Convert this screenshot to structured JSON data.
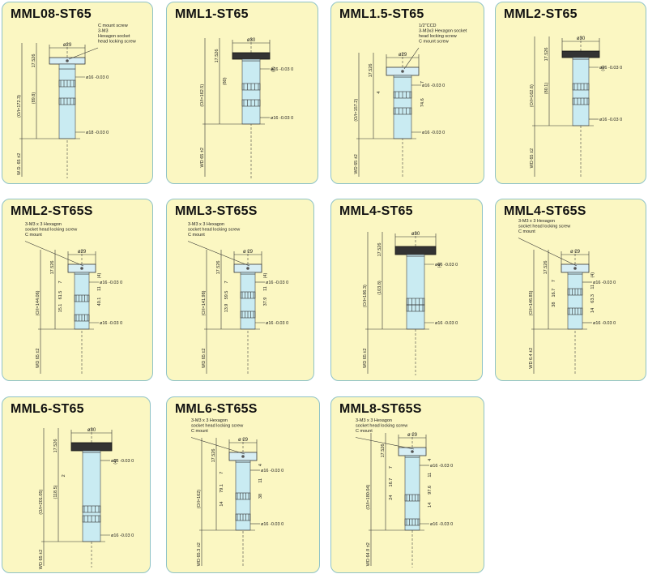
{
  "cards": [
    {
      "title": "MML08-ST65",
      "dark_flange": false,
      "labels": {
        "diameter_top": "ø29",
        "lead": "C mount screw\n3-M3\nHexagon socket\nhead locking screw",
        "dims": [
          "17.526",
          "(O/I=172.3)",
          "(89.8)",
          "W.D. 65 ±2"
        ],
        "diams": [
          "ø16 -0.03 0",
          "ø18 -0.03 0"
        ]
      }
    },
    {
      "title": "MML1-ST65",
      "dark_flange": true,
      "labels": {
        "diameter_top": "ø30",
        "lead": "",
        "dims": [
          "17.526",
          "(4)",
          "(80)",
          "(O/I=162.5)",
          "WD 65 ±2"
        ],
        "diams": [
          "ø16 -0.03 0",
          "ø16 -0.03 0"
        ]
      }
    },
    {
      "title": "MML1.5-ST65",
      "dark_flange": false,
      "labels": {
        "diameter_top": "ø29",
        "lead": "1/2\"CCD\n3-M3x3 Hexagon socket\nhead locking screw\nC mount screw",
        "dims": [
          "17.526",
          "7",
          "4",
          "74.6",
          "(O/I=157.2)",
          "WD 65 ±2"
        ],
        "diams": [
          "ø16 -0.03 0",
          "ø16 -0.03 0"
        ]
      }
    },
    {
      "title": "MML2-ST65",
      "dark_flange": true,
      "labels": {
        "diameter_top": "ø30",
        "lead": "",
        "dims": [
          "17.526",
          "(4)",
          "(80.1)",
          "(O/I=162.6)",
          "WD 65 ±2"
        ],
        "diams": [
          "ø16 -0.03 0",
          "ø16 -0.03 0"
        ]
      }
    },
    {
      "title": "MML2-ST65S",
      "dark_flange": false,
      "labels": {
        "diameter_top": "ø29",
        "lead": "3-M3 x 3 Hexagon\nsocket head locking screw\nC mount",
        "dims": [
          "17.526",
          "(4)",
          "7",
          "11",
          "61.5",
          "40.1",
          "15.1",
          "(O/I=144.06)",
          "WD 65 ±2"
        ],
        "diams": [
          "ø16 -0.03 0",
          "ø16 -0.03 0"
        ]
      }
    },
    {
      "title": "MML3-ST65S",
      "dark_flange": false,
      "labels": {
        "diameter_top": "ø 29",
        "lead": "3-M3 x 3 Hexagon\nsocket head locking screw\nC mount",
        "dims": [
          "17.526",
          "(4)",
          "7",
          "11",
          "59.5",
          "37.9",
          "13.9",
          "(O/I=141.98)",
          "WD 65 ±2"
        ],
        "diams": [
          "ø16 -0.03 0",
          "ø16 -0.03 0"
        ]
      }
    },
    {
      "title": "MML4-ST65",
      "dark_flange": true,
      "labels": {
        "diameter_top": "ø30",
        "lead": "",
        "dims": [
          "17.526",
          "(4)",
          "(103.8)",
          "(O/I=186.3)",
          "WD 65 ±2"
        ],
        "diams": [
          "ø16 -0.03 0",
          "ø16 -0.03 0"
        ]
      }
    },
    {
      "title": "MML4-ST65S",
      "dark_flange": false,
      "labels": {
        "diameter_top": "ø 29",
        "lead": "3-M3 x 3 Hexagon\nsocket head locking screw\nC mount",
        "dims": [
          "17.526",
          "(4)",
          "7",
          "11",
          "16.7",
          "63.3",
          "38",
          "14",
          "(O/I=146.85)",
          "WD 6.4 ±2"
        ],
        "diams": [
          "ø16 -0.03 0",
          "ø16 -0.03 0"
        ]
      }
    },
    {
      "title": "MML6-ST65",
      "dark_flange": true,
      "labels": {
        "diameter_top": "ø30",
        "lead": "",
        "dims": [
          "17.526",
          "(4)",
          "2",
          "(118.5)",
          "(O/I=201.05)",
          "WD 65 ±2"
        ],
        "diams": [
          "ø16 -0.03 0",
          "ø16 -0.03 0"
        ]
      }
    },
    {
      "title": "MML6-ST65S",
      "dark_flange": false,
      "labels": {
        "diameter_top": "ø 29",
        "lead": "3-M3 x 3 Hexagon\nsocket head locking screw\nC mount",
        "dims": [
          "17.526",
          "4",
          "7",
          "11",
          "79.1",
          "38",
          "14",
          "(O/I=162)",
          "WD 65.3 ±2"
        ],
        "diams": [
          "ø16 -0.03 0",
          "ø16 -0.03 0"
        ]
      }
    },
    {
      "title": "MML8-ST65S",
      "dark_flange": false,
      "labels": {
        "diameter_top": "ø 29",
        "lead": "3-M3 x 3 Hexagon\nsocket head locking screw\nC mount",
        "dims": [
          "17.526",
          "4",
          "7",
          "11",
          "16.7",
          "97.6",
          "24",
          "14",
          "(O/I=180.04)",
          "WD 64.9 ±2"
        ],
        "diams": [
          "ø16 -0.03 0",
          "ø16 -0.03 0"
        ]
      }
    }
  ]
}
